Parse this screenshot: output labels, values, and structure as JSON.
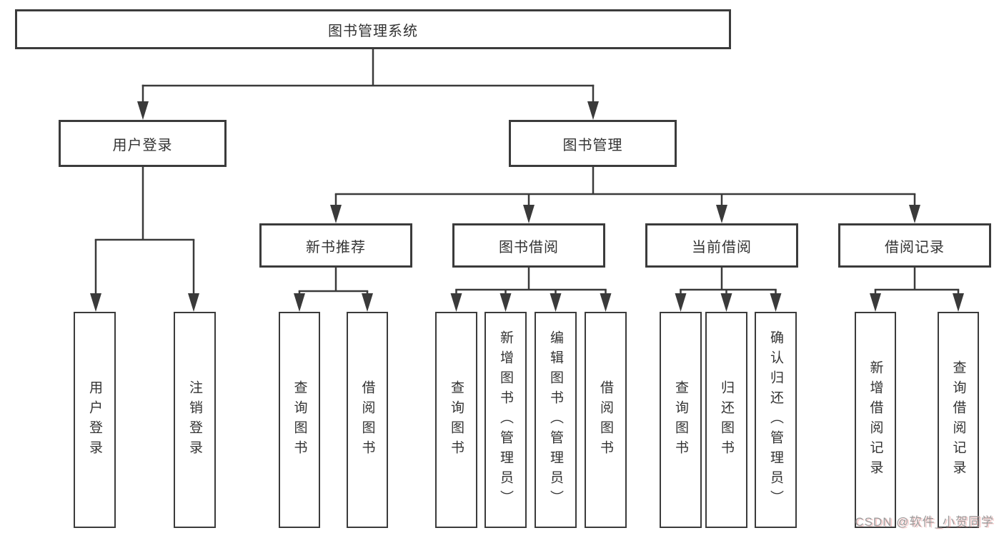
{
  "diagram": {
    "type": "hierarchy",
    "root": "图书管理系统",
    "level2": [
      "用户登录",
      "图书管理"
    ],
    "level3": [
      "新书推荐",
      "图书借阅",
      "当前借阅",
      "借阅记录"
    ],
    "leaves": {
      "user_login": [
        "用户登录",
        "注销登录"
      ],
      "new_book": [
        "查询图书",
        "借阅图书"
      ],
      "book_borrow": [
        "查询图书",
        "新增图书（管理员）",
        "编辑图书（管理员）",
        "借阅图书"
      ],
      "current_borrow": [
        "查询图书",
        "归还图书",
        "确认归还（管理员）"
      ],
      "borrow_record": [
        "新增借阅记录",
        "查询借阅记录"
      ]
    },
    "colors": {
      "line": "#3a3a3a",
      "text": "#333333",
      "background": "#ffffff"
    }
  },
  "watermark": {
    "text": "CSDN @软件_小贺同学",
    "color": "#9b9b9b"
  }
}
